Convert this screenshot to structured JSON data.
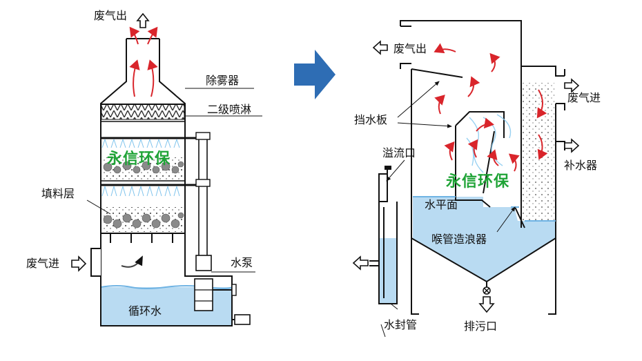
{
  "colors": {
    "water": "#b9dbf2",
    "water_line": "#6fb3e3",
    "airflow": "#d9252b",
    "brand": "#1fa336",
    "process_arrow": "#2e6db4",
    "outline": "#111111",
    "packing": "#7d7d7d"
  },
  "left_diagram": {
    "labels": {
      "gas_out": "废气出",
      "demister": "除雾器",
      "secondary_spray": "二级喷淋",
      "packing_layer": "填料层",
      "gas_in": "废气进",
      "pump": "水泵",
      "circulating_water": "循环水"
    },
    "brand": "永信环保"
  },
  "right_diagram": {
    "labels": {
      "gas_out": "废气出",
      "baffle": "挡水板",
      "overflow": "溢流口",
      "water_level": "水平面",
      "throat_wave_generator": "喉管造浪器",
      "water_seal_pipe": "水封管",
      "drain": "排污口",
      "gas_in": "废气进",
      "makeup_water": "补水器"
    },
    "brand": "永信环保"
  },
  "process_arrow_icon": "right-arrow-icon"
}
